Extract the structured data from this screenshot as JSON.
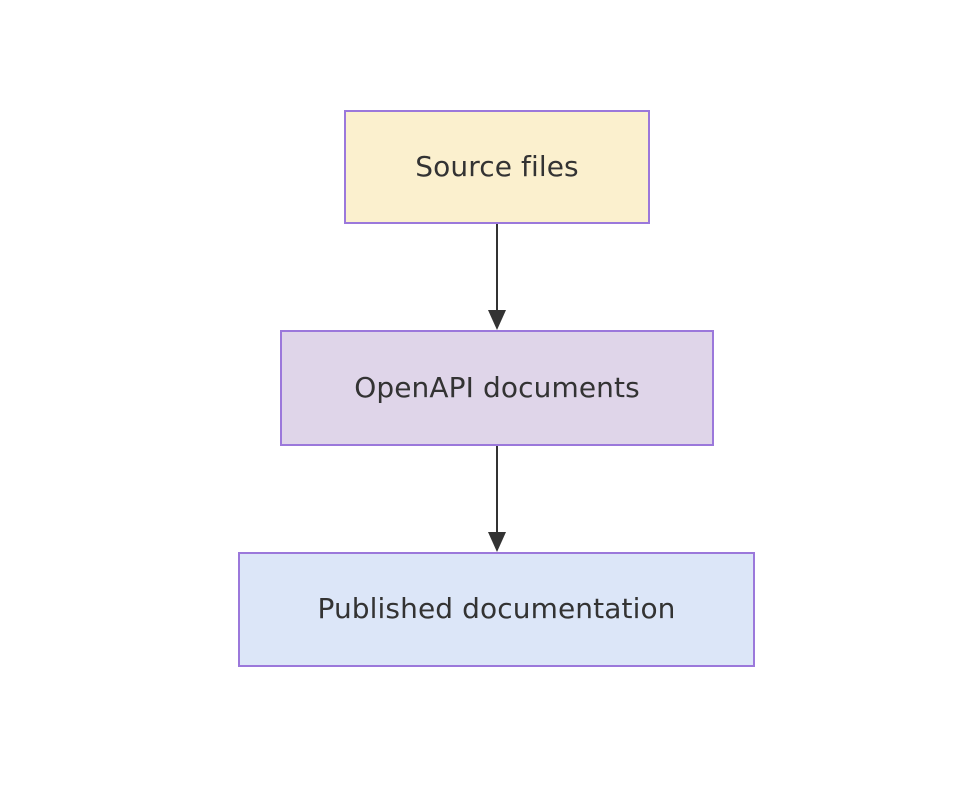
{
  "diagram": {
    "type": "flowchart",
    "direction": "top-to-bottom",
    "background_color": "#ffffff",
    "nodes": [
      {
        "id": "source-files",
        "label": "Source files",
        "fill_color": "#fbf0ce",
        "border_color": "#9b78db",
        "text_color": "#333333"
      },
      {
        "id": "openapi-documents",
        "label": "OpenAPI documents",
        "fill_color": "#dfd5e9",
        "border_color": "#9b78db",
        "text_color": "#333333"
      },
      {
        "id": "published-documentation",
        "label": "Published documentation",
        "fill_color": "#dce6f8",
        "border_color": "#9b78db",
        "text_color": "#333333"
      }
    ],
    "edges": [
      {
        "id": "edge-source-to-openapi",
        "from": "source-files",
        "to": "openapi-documents",
        "label": "",
        "color": "#333333",
        "arrowhead": "triangle-filled"
      },
      {
        "id": "edge-openapi-to-published",
        "from": "openapi-documents",
        "to": "published-documentation",
        "label": "",
        "color": "#333333",
        "arrowhead": "triangle-filled"
      }
    ]
  }
}
